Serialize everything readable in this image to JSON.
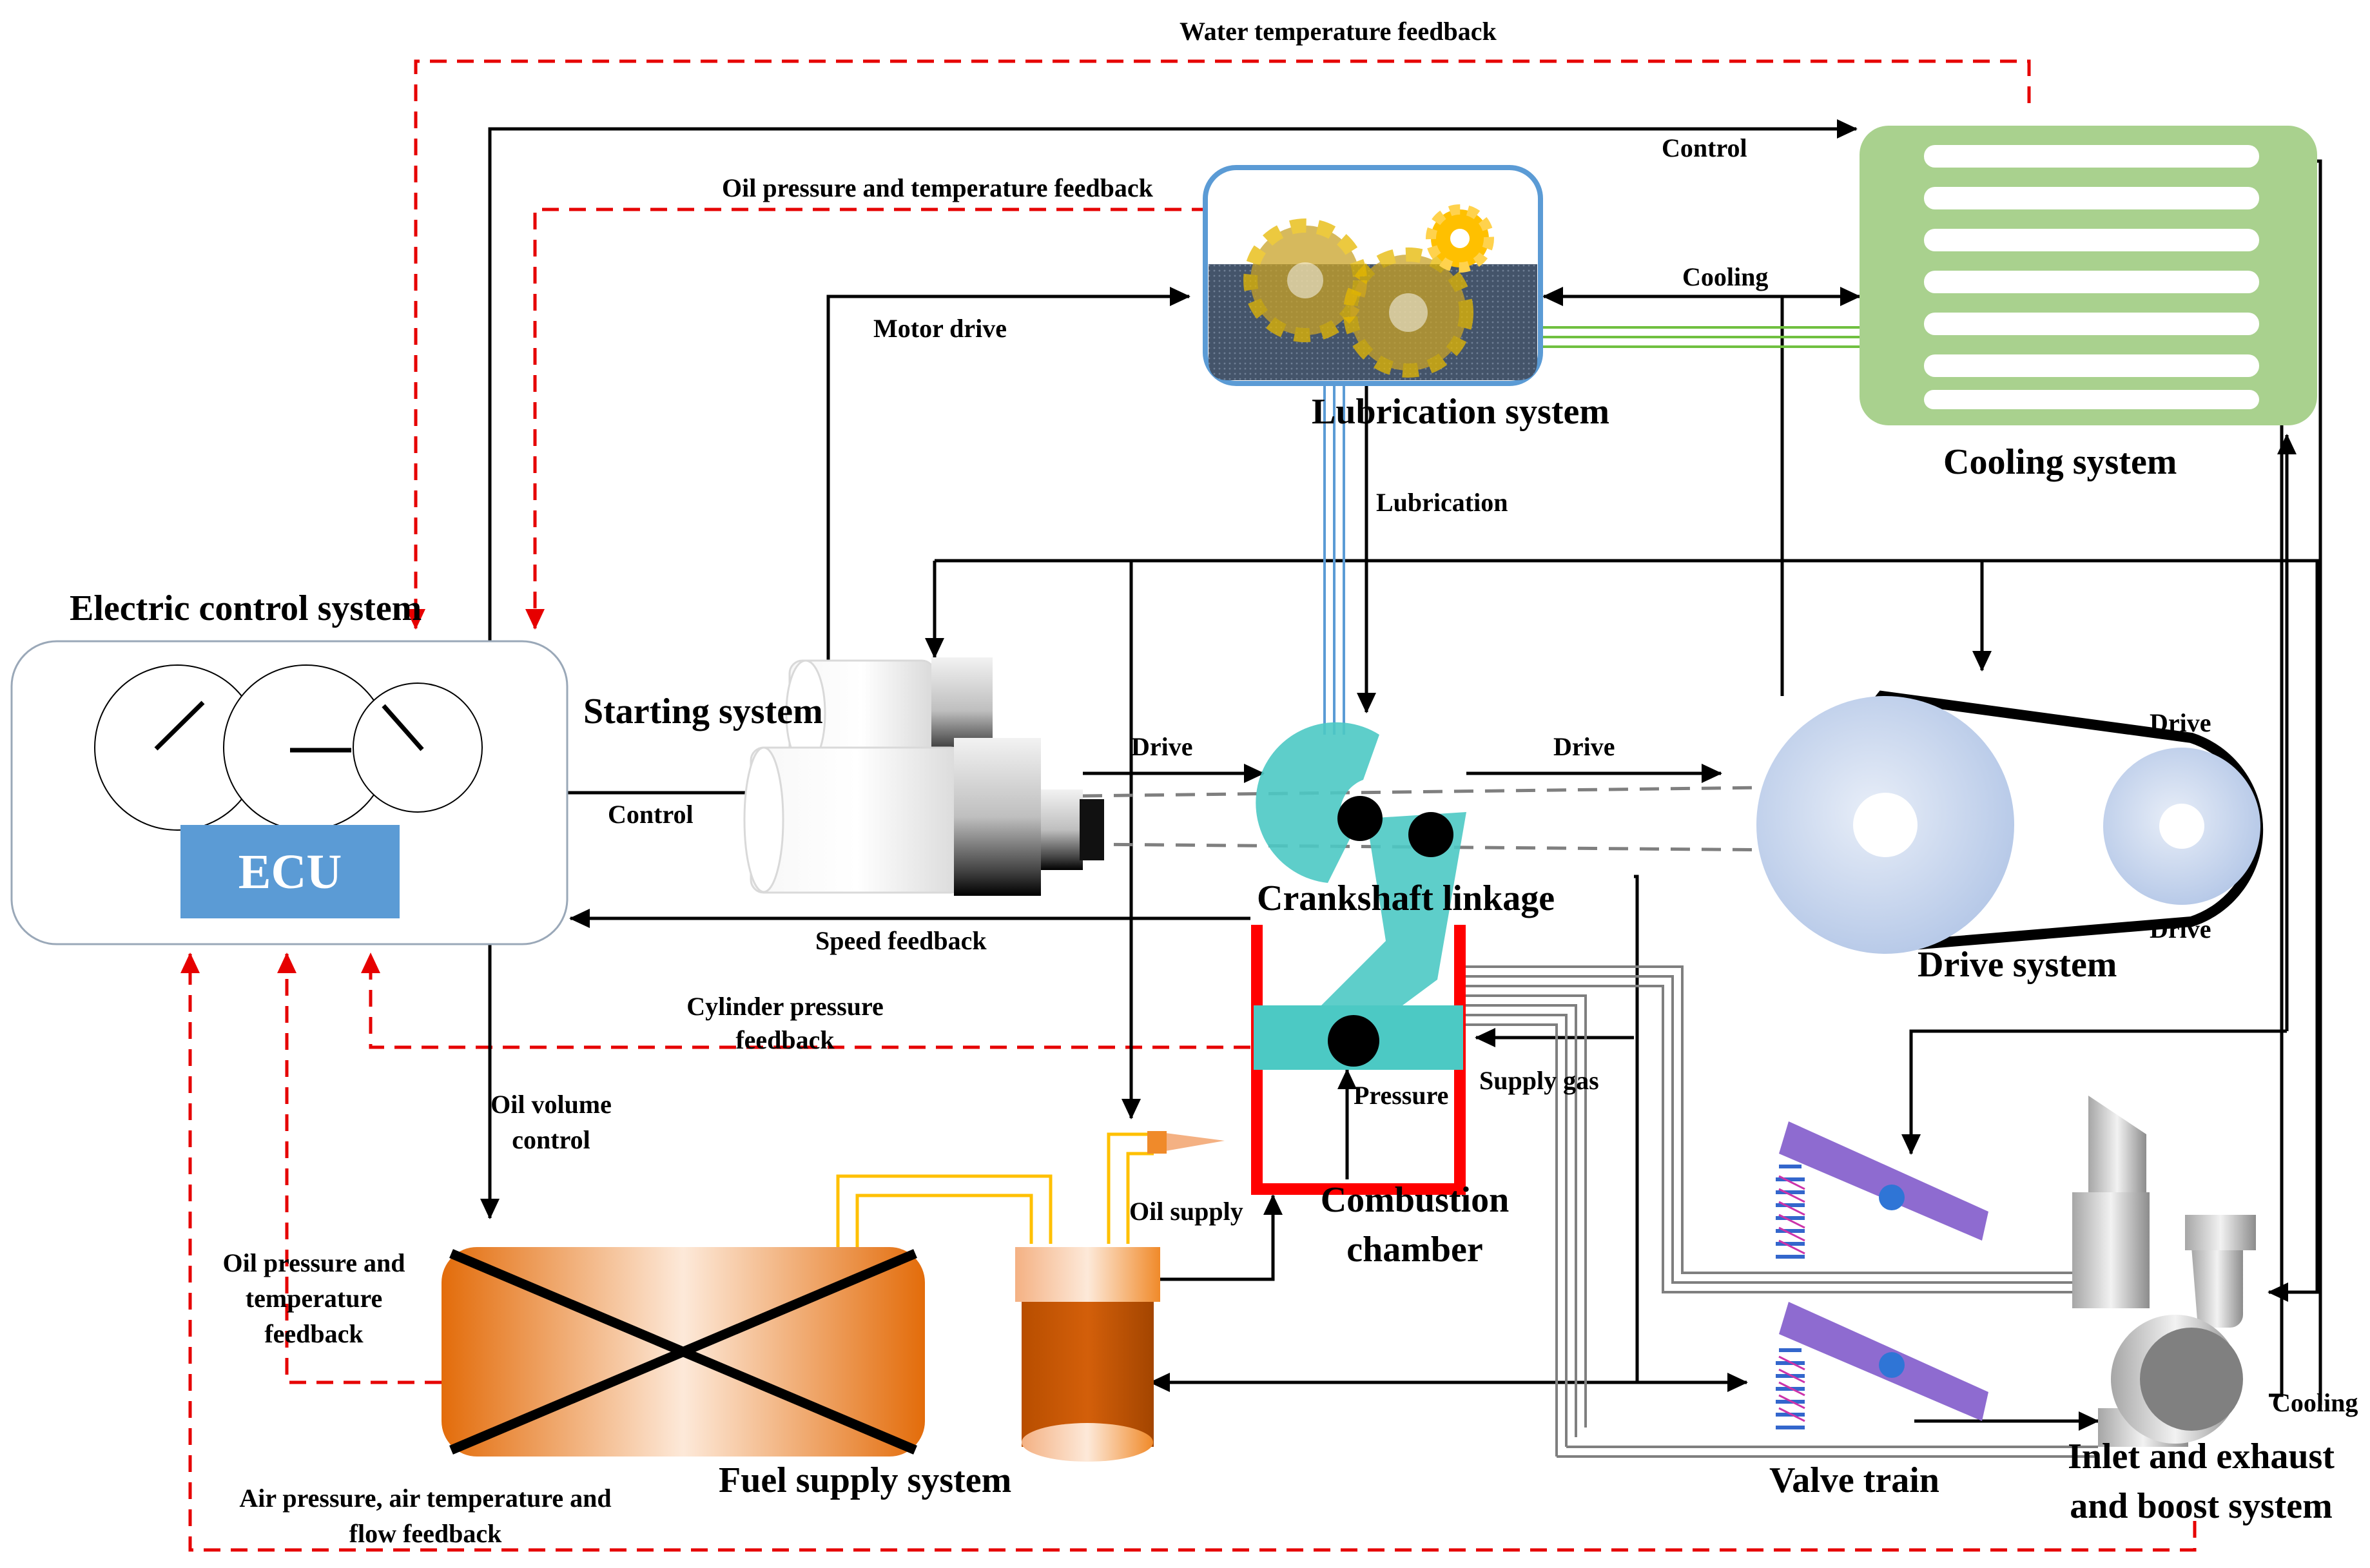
{
  "diagram": {
    "systems": {
      "electric_control": "Electric control system",
      "ecu": "ECU",
      "starting": "Starting system",
      "lubrication": "Lubrication system",
      "cooling": "Cooling system",
      "crankshaft": "Crankshaft linkage",
      "drive": "Drive system",
      "combustion_1": "Combustion",
      "combustion_2": "chamber",
      "fuel_supply": "Fuel supply system",
      "valve_train": "Valve train",
      "inlet_1": "Inlet and exhaust",
      "inlet_2": "and boost system"
    },
    "labels": {
      "water_temp_feedback": "Water temperature feedback",
      "control_top": "Control",
      "oil_pt_feedback": "Oil pressure and temperature feedback",
      "cooling_top": "Cooling",
      "motor_drive": "Motor drive",
      "lubrication": "Lubrication",
      "drive_start": "Drive",
      "drive_crank": "Drive",
      "drive_top": "Drive",
      "drive_bottom": "Drive",
      "control_start": "Control",
      "speed_feedback": "Speed feedback",
      "cyl_pressure_1": "Cylinder pressure",
      "cyl_pressure_2": "feedback",
      "oil_volume_1": "Oil volume",
      "oil_volume_2": "control",
      "pressure": "Pressure",
      "supply_gas": "Supply gas",
      "oil_supply": "Oil supply",
      "oil_pt_left_1": "Oil pressure and",
      "oil_pt_left_2": "temperature",
      "oil_pt_left_3": "feedback",
      "air_feedback_1": "Air pressure, air temperature and",
      "air_feedback_2": "flow feedback",
      "cooling_right": "Cooling"
    },
    "colors": {
      "feedback": "#e60000",
      "flow": "#000000",
      "ecu": "#5b9bd5",
      "cooling": "#a9d18e",
      "combustion": "#ff0000",
      "fuel_tank": "#f08a2a",
      "crank": "#4cc9c4",
      "valve_arm": "#8e6bd0"
    }
  }
}
